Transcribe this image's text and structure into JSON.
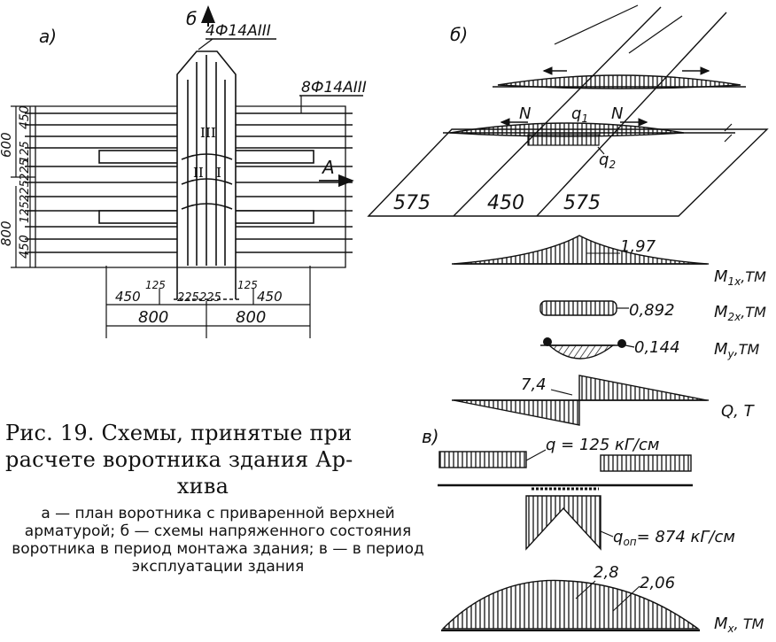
{
  "panels": {
    "a": "а)",
    "b": "б)",
    "v": "в)"
  },
  "plan": {
    "rebar_top": "4Ф14АIII",
    "rebar_side": "8Ф14АIII",
    "section_b": "б",
    "section_a": "А",
    "dim_left": [
      "600",
      "800",
      "450",
      "125",
      "225",
      "225",
      "125",
      "450"
    ],
    "dim_bottom": [
      "450",
      "125",
      "225",
      "225",
      "125",
      "450",
      "800",
      "800"
    ],
    "roman": [
      "III",
      "II",
      "I"
    ]
  },
  "stress": {
    "N_left": "N",
    "N_right": "N",
    "q1": "q",
    "q1_sub": "1",
    "q2": "q",
    "q2_sub": "2",
    "spans": [
      "575",
      "450",
      "575"
    ]
  },
  "moments": {
    "m1x_value": "1,97",
    "m1x_label": "M",
    "m1x_sub": "1x",
    "m1x_unit": ",ТМ",
    "m2x_value": "0,892",
    "m2x_label": "M",
    "m2x_sub": "2x",
    "m2x_unit": ",ТМ",
    "my_value": "0,144",
    "my_label": "M",
    "my_sub": "y",
    "my_unit": ",ТМ",
    "q_value": "7,4",
    "q_label": "Q, Т"
  },
  "exploit": {
    "q_load": "q = 125 кГ/см",
    "q_on_prefix": "q",
    "q_on_sub": "оп",
    "q_on_value": "= 874 кГ/см",
    "mx_value_1": "2,8",
    "mx_value_2": "2,06",
    "mx_label": "M",
    "mx_sub": "x",
    "mx_unit": ", ТМ"
  },
  "caption": {
    "line1": "Рис. 19. Схемы, принятые при",
    "line2": "расчете воротника здания Ар-",
    "line3": "хива",
    "legend": "а — план воротника с приваренной верхней арматурой; б — схемы напряженного состояния воротника в период монтажа здания; в — в период эксплуатации здания"
  }
}
